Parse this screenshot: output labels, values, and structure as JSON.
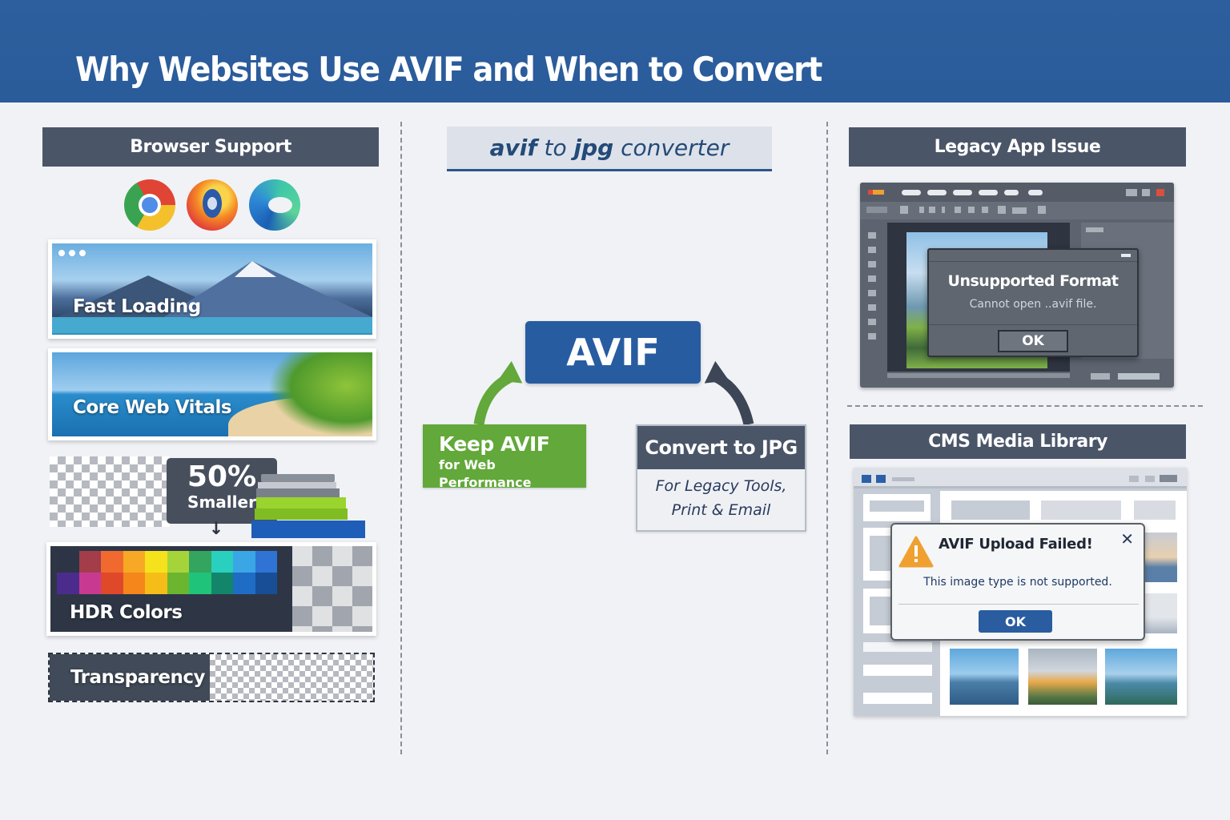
{
  "header": {
    "title": "Why Websites Use AVIF and When to Convert"
  },
  "left": {
    "section_title": "Browser Support",
    "browsers": [
      "chrome",
      "firefox",
      "edge"
    ],
    "cards": {
      "fast_loading": "Fast Loading",
      "core_web_vitals": "Core Web Vitals",
      "size_badge": {
        "value": "50%",
        "label": "Smaller"
      },
      "hdr_colors": "HDR Colors",
      "transparency": "Transparency"
    },
    "palette_top": [
      "#2c3446",
      "#a33d4a",
      "#f06a2f",
      "#f7a824",
      "#f6e21c",
      "#a5d43a",
      "#33a55e",
      "#2ad0bf",
      "#3aa6e6",
      "#2f73d4"
    ],
    "palette_bottom": [
      "#4b2c8c",
      "#c83a92",
      "#e0482a",
      "#f4861c",
      "#f6bd18",
      "#6cb52e",
      "#1fc47a",
      "#13856a",
      "#1e6cc4",
      "#174e96"
    ]
  },
  "center": {
    "converter_title": {
      "a": "avif",
      "b": " to ",
      "c": "jpg",
      "d": " converter"
    },
    "avif_label": "AVIF",
    "keep": {
      "title": "Keep AVIF",
      "subtitle": "for Web Performance"
    },
    "convert": {
      "title": "Convert to JPG",
      "line1": "For Legacy Tools,",
      "line2": "Print & Email"
    }
  },
  "right": {
    "legacy": {
      "section_title": "Legacy App Issue",
      "dialog_title": "Unsupported Format",
      "dialog_message": "Cannot open ..avif file.",
      "ok_label": "OK"
    },
    "cms": {
      "section_title": "CMS Media Library",
      "dialog_title": "AVIF Upload Failed!",
      "dialog_message": "This image type is not supported.",
      "ok_label": "OK",
      "close_symbol": "✕",
      "warning_symbol": "!"
    }
  },
  "colors": {
    "header_blue": "#2d5f9e",
    "section_slate": "#4a5568",
    "avif_blue": "#285ca0",
    "keep_green": "#62a83a",
    "warning_orange": "#f0a030"
  }
}
